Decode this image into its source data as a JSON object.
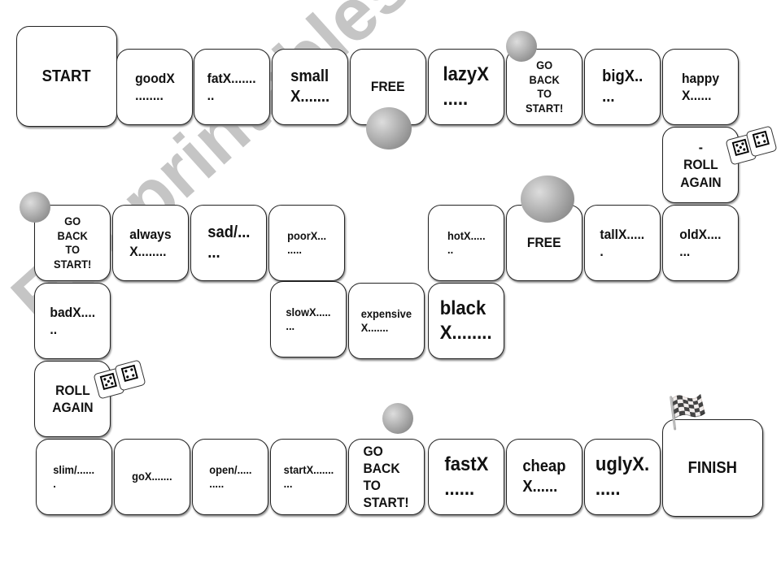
{
  "watermark": "ESLprintables.com",
  "cells": {
    "start": "START",
    "good": "goodX\n........",
    "fat": "fatX.......\n..",
    "small": "small\nX.......",
    "free1": "FREE",
    "lazy": "lazyX\n.....",
    "goback1": "GO\nBACK\nTO\nSTART!",
    "big": "bigX..\n...",
    "happy": "happy\nX......",
    "roll1": "-\nROLL\nAGAIN",
    "old": "oldX....\n...",
    "tall": "tallX.....\n.",
    "free2": "FREE",
    "hot": "hotX.....\n..",
    "poor": "poorX...\n.....",
    "sad": "sad/...\n...",
    "always": "always\nX........",
    "goback2": "GO\nBACK\nTO\nSTART!",
    "bad": "badX....\n..",
    "slow": "slowX.....\n...",
    "expensive": "expensive\nX.......",
    "black": "black\nX........",
    "roll2": "ROLL\nAGAIN",
    "slim": "slim/......\n.",
    "go": "goX.......",
    "open": "open/.....\n.....",
    "startx": "startX.......\n...",
    "goback3": "GO\nBACK\nTO\nSTART!",
    "fast": "fastX\n......",
    "cheap": "cheap\nX......",
    "ugly": "uglyX.\n.....",
    "finish": "FINISH"
  }
}
